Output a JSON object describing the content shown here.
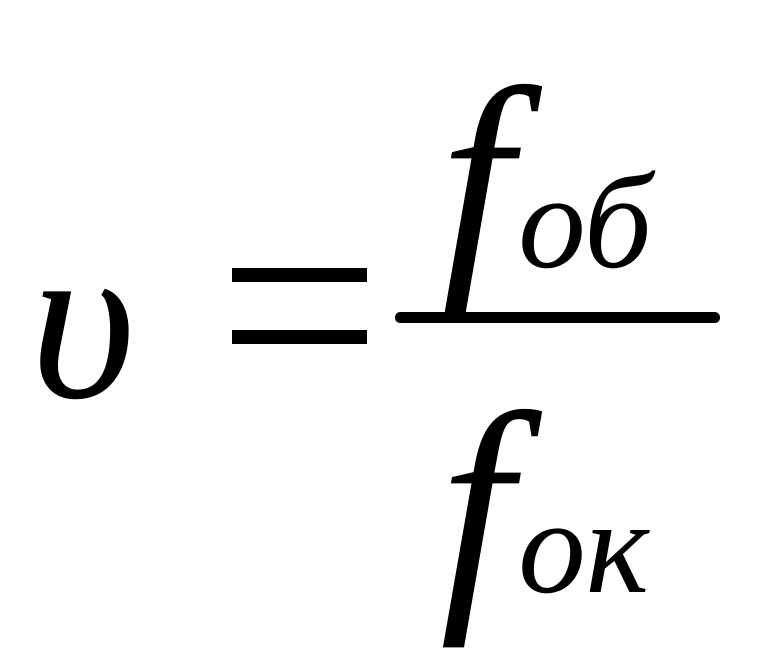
{
  "formula": {
    "lhs": "υ",
    "equals": "=",
    "numerator": {
      "base": "f",
      "subscript": "об"
    },
    "denominator": {
      "base": "f",
      "subscript": "ок"
    }
  }
}
